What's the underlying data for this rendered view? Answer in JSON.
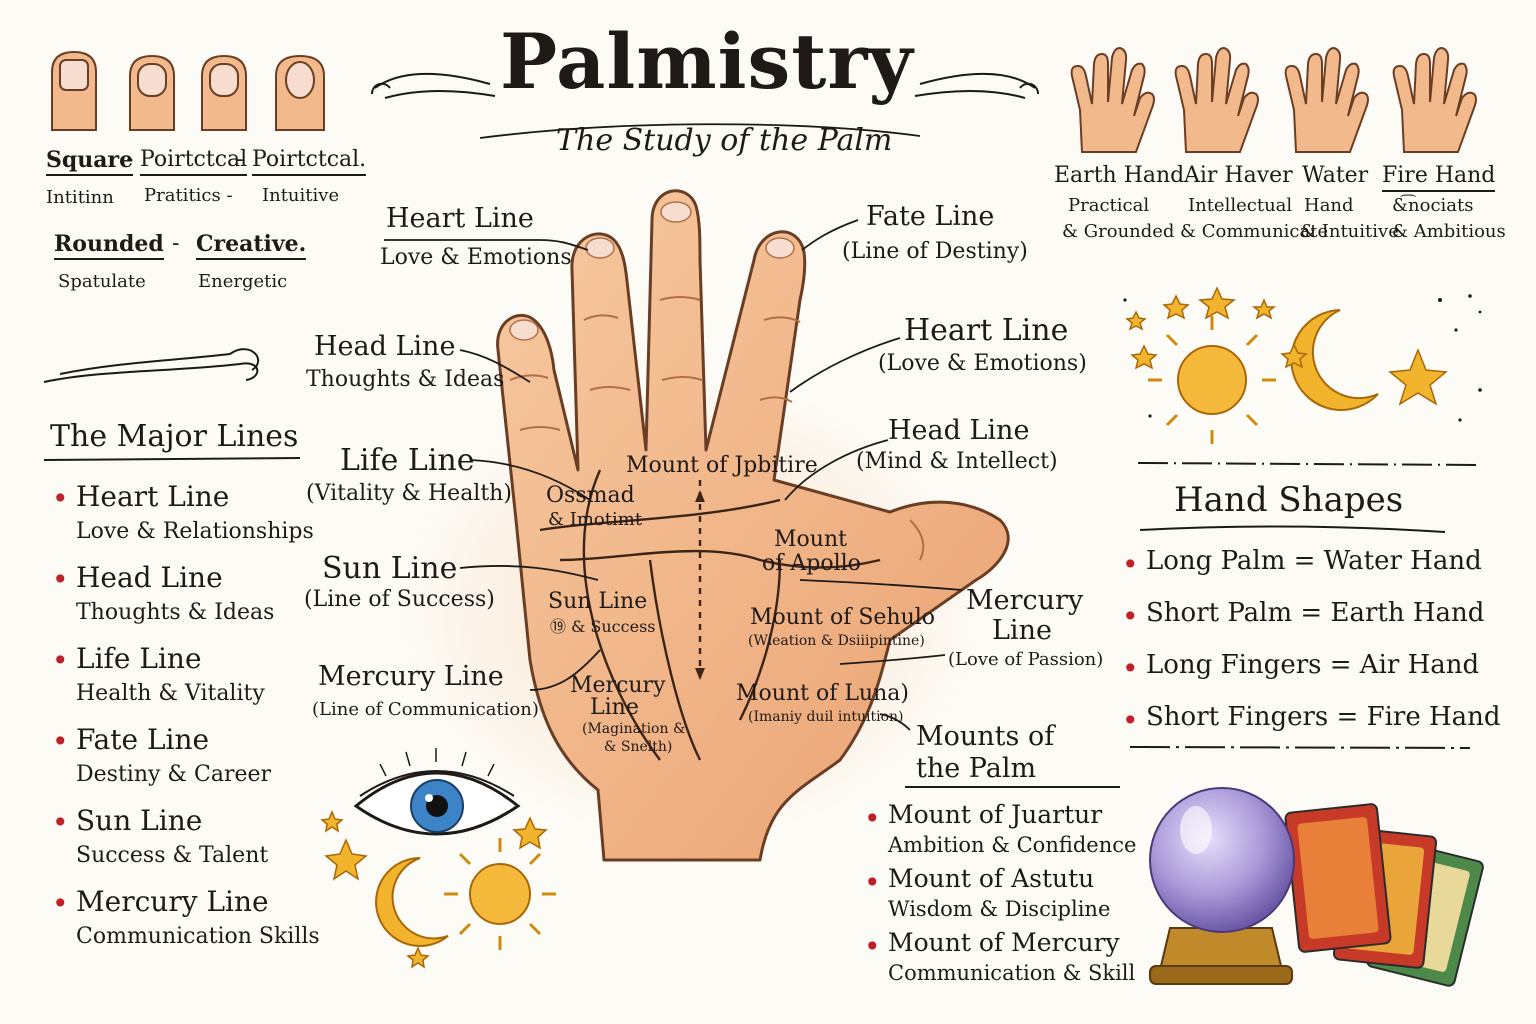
{
  "header": {
    "title": "Palmistry",
    "subtitle": "The Study of the Palm"
  },
  "finger_types": {
    "row1": [
      {
        "label": "Square",
        "sep": "-",
        "sub": "Intitinn"
      },
      {
        "label": "Poirtctcal",
        "sep": "-",
        "sub": "Pratitics -"
      },
      {
        "label": "Poirtctcal.",
        "sep": "",
        "sub": "Intuitive"
      }
    ],
    "row2": [
      {
        "label": "Rounded",
        "sep": "-",
        "sub": "Spatulate"
      },
      {
        "label": "Creative.",
        "sep": "",
        "sub": "Energetic"
      }
    ]
  },
  "hand_types": [
    {
      "name": "Earth Hand",
      "line1": "Practical",
      "line2": "& Grounded"
    },
    {
      "name": "Air Haver",
      "line1": "Intellectual",
      "line2": "& Communicate"
    },
    {
      "name": "Water",
      "line1": "Hand",
      "line2": "& Intuitive"
    },
    {
      "name": "Fire Hand",
      "line1": "&͡nociats",
      "line2": "& Ambitious"
    }
  ],
  "major_lines": {
    "title": "The Major Lines",
    "items": [
      {
        "name": "Heart Line",
        "desc": "Love & Relationships"
      },
      {
        "name": "Head Line",
        "desc": "Thoughts & Ideas"
      },
      {
        "name": "Life Line",
        "desc": "Health & Vitality"
      },
      {
        "name": "Fate Line",
        "desc": "Destiny & Career"
      },
      {
        "name": "Sun Line",
        "desc": "Success & Talent"
      },
      {
        "name": "Mercury Line",
        "desc": "Communication Skills"
      }
    ]
  },
  "hand_shapes": {
    "title": "Hand Shapes",
    "items": [
      "Long Palm = Water Hand",
      "Short Palm = Earth Hand",
      "Long Fingers = Air Hand",
      "Short Fingers = Fire Hand"
    ]
  },
  "mounts": {
    "title_l1": "Mounts of",
    "title_l2": "the Palm",
    "items": [
      {
        "name": "Mount of Juartur",
        "desc": "Ambition & Confidence"
      },
      {
        "name": "Mount of Astutu",
        "desc": "Wisdom & Discipline"
      },
      {
        "name": "Mount of Mercury",
        "desc": "Communication & Skill"
      }
    ]
  },
  "callouts": {
    "heart_left": {
      "title": "Heart Line",
      "sub": "Love & Emotions"
    },
    "head_left": {
      "title": "Head Line",
      "sub": "Thoughts & Ideas"
    },
    "life_left": {
      "title": "Life Line",
      "sub": "(Vitality & Health)"
    },
    "sun_left": {
      "title": "Sun Line",
      "sub": "(Line of Success)"
    },
    "mercury_left": {
      "title": "Mercury Line",
      "sub": "(Line of Communication)"
    },
    "fate_right": {
      "title": "Fate Line",
      "sub": "(Line of Destiny)"
    },
    "heart_right": {
      "title": "Heart Line",
      "sub": "(Love & Emotions)"
    },
    "head_right": {
      "title": "Head Line",
      "sub": "(Mind & Intellect)"
    },
    "mercury_right": {
      "title_l1": "Mercury",
      "title_l2": "Line",
      "sub": "(Love of Passion)"
    }
  },
  "palm_labels": {
    "jupiter": "Mount of Jpbitire",
    "ossmad_l1": "Ossmad",
    "ossmad_l2": "& Imotimt",
    "apollo_l1": "Mount",
    "apollo_l2": "of Apollo",
    "sun_l1": "Sun Line",
    "sun_l2": "⑲ & Success",
    "saturn": "Mount of Sehulo",
    "saturn_sub": "(Wieation & Dsiiipintine)",
    "mercury_l1": "Mercury",
    "mercury_l2": "Line",
    "mercury_l3": "(Magination &",
    "mercury_l4": "& Snelth)",
    "luna": "Mount of Luna)",
    "luna_sub": "(Imaniy duil intuition)"
  },
  "colors": {
    "ink": "#1f1a17",
    "bullet_red": "#c0202a",
    "skin": "#f2b98c",
    "skin_dark": "#d98e5a",
    "gold": "#f0b429",
    "crystal": "#a898d8"
  },
  "icons": [
    "eye-icon",
    "sun-icon",
    "moon-icon",
    "star-icon",
    "crystal-ball-icon",
    "tarot-card-icon",
    "hand-icon",
    "fingernail-icon"
  ]
}
